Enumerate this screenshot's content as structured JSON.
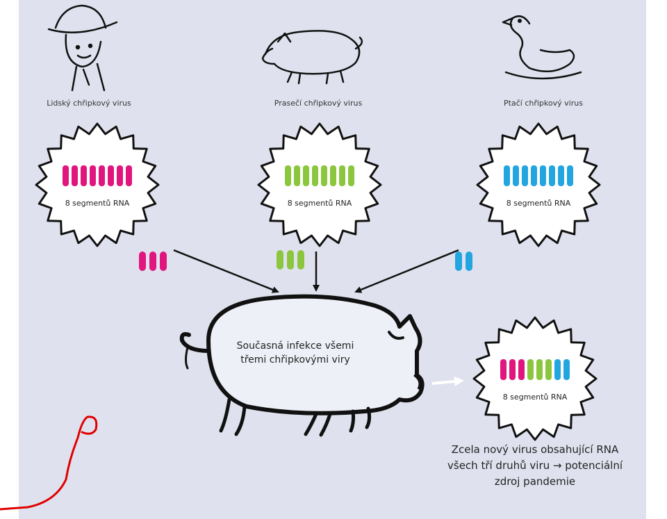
{
  "sources": [
    {
      "id": "human",
      "label": "Lidský chřipkový virus",
      "segment_label": "8 segmentů RNA",
      "segment_count": 8,
      "color": "#e0167e",
      "contributed_segments": 3,
      "icon": "cowboy-icon"
    },
    {
      "id": "swine",
      "label": "Prasečí chřipkový virus",
      "segment_label": "8 segmentů RNA",
      "segment_count": 8,
      "color": "#8cc63f",
      "contributed_segments": 3,
      "icon": "pig-icon"
    },
    {
      "id": "avian",
      "label": "Ptačí chřipkový virus",
      "segment_label": "8 segmentů RNA",
      "segment_count": 8,
      "color": "#23a6e0",
      "contributed_segments": 2,
      "icon": "duck-icon"
    }
  ],
  "host": {
    "text_line1": "Současná infekce všemi",
    "text_line2": "třemi chřipkovými viry"
  },
  "result": {
    "segment_label": "8 segmentů RNA",
    "segment_colors": [
      "#e0167e",
      "#e0167e",
      "#e0167e",
      "#8cc63f",
      "#8cc63f",
      "#8cc63f",
      "#23a6e0",
      "#23a6e0"
    ],
    "caption_lines": [
      "Zcela nový virus obsahující RNA",
      "všech tří druhů viru → potenciální",
      "zdroj pandemie"
    ]
  },
  "colors": {
    "background": "#dfe2ee",
    "outline": "#111111",
    "annotation": "#e00000"
  }
}
